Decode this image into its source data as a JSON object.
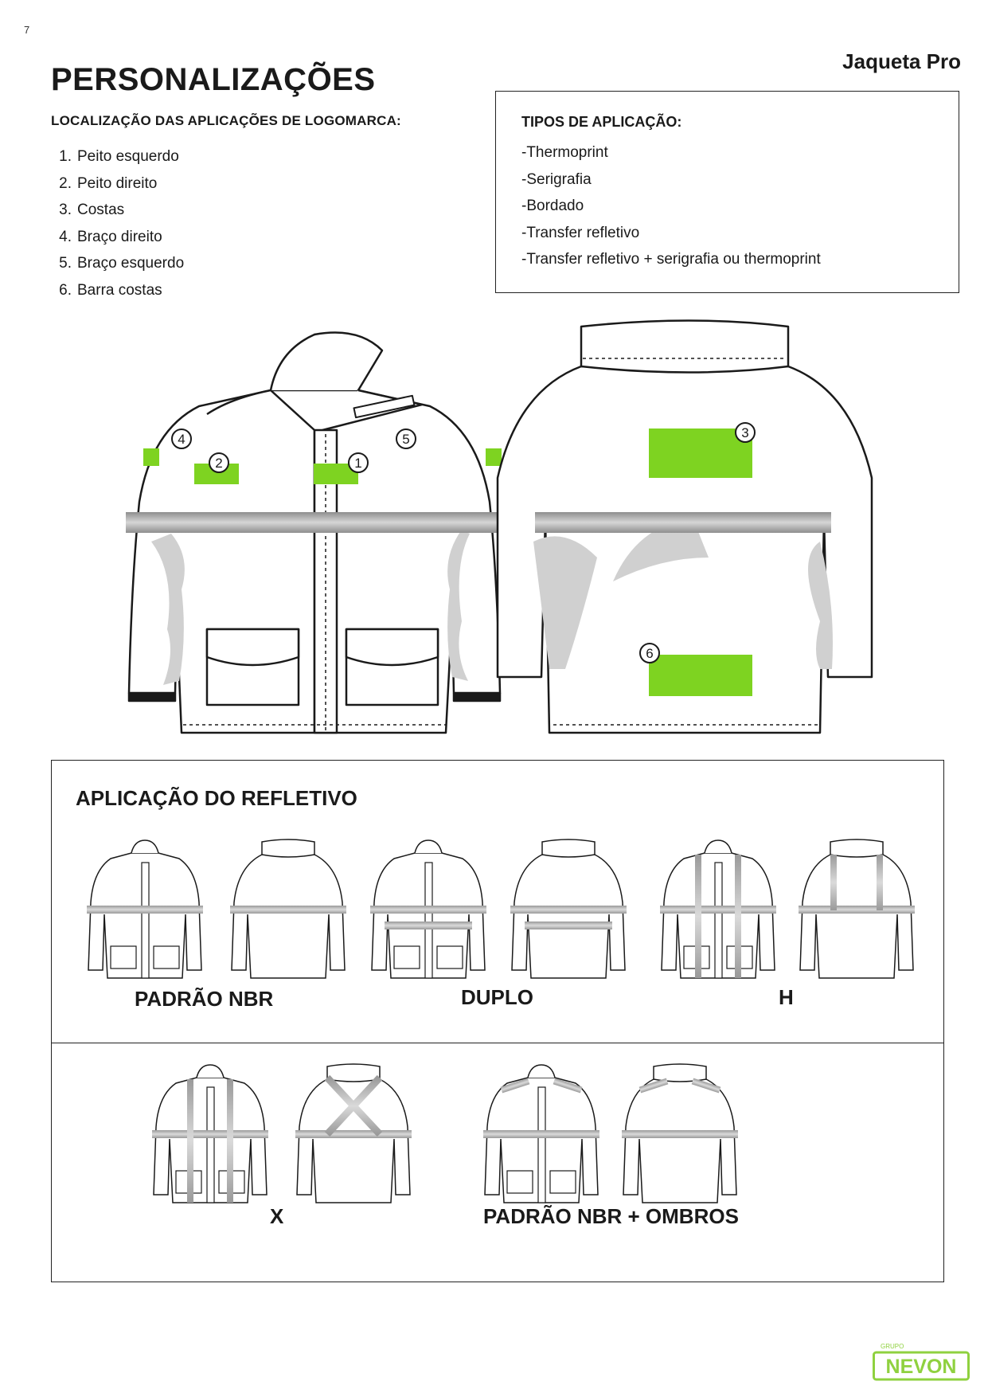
{
  "page_number": "7",
  "product_name": "Jaqueta Pro",
  "title": "PERSONALIZAÇÕES",
  "location_section": {
    "heading": "LOCALIZAÇÃO DAS APLICAÇÕES DE LOGOMARCA:",
    "items": [
      {
        "num": "1.",
        "label": "Peito esquerdo"
      },
      {
        "num": "2.",
        "label": "Peito direito"
      },
      {
        "num": "3.",
        "label": "Costas"
      },
      {
        "num": "4.",
        "label": "Braço direito"
      },
      {
        "num": "5.",
        "label": "Braço esquerdo"
      },
      {
        "num": "6.",
        "label": "Barra costas"
      }
    ]
  },
  "application_types": {
    "heading": "TIPOS DE APLICAÇÃO:",
    "items": [
      "-Thermoprint",
      "-Serigrafia",
      "-Bordado",
      "-Transfer refletivo",
      "-Transfer refletivo + serigrafia ou thermoprint"
    ]
  },
  "markers": {
    "front_chest_left": "1",
    "front_chest_right": "2",
    "back_center": "3",
    "front_right_arm": "4",
    "front_left_arm": "5",
    "back_hem": "6"
  },
  "reflective_section": {
    "title": "APLICAÇÃO DO REFLETIVO",
    "styles": [
      {
        "key": "nbr",
        "label": "PADRÃO NBR"
      },
      {
        "key": "duplo",
        "label": "DUPLO"
      },
      {
        "key": "h",
        "label": "H"
      },
      {
        "key": "x",
        "label": "X"
      },
      {
        "key": "nbr_ombros",
        "label": "PADRÃO NBR + OMBROS"
      }
    ]
  },
  "logo": {
    "top_text": "GRUPO",
    "brand": "NEVON"
  },
  "colors": {
    "logo_area_green": "#7ed321",
    "reflective_gray": "#b3b3b3",
    "brand_green": "#8fd13f",
    "outline": "#1a1a1a"
  }
}
